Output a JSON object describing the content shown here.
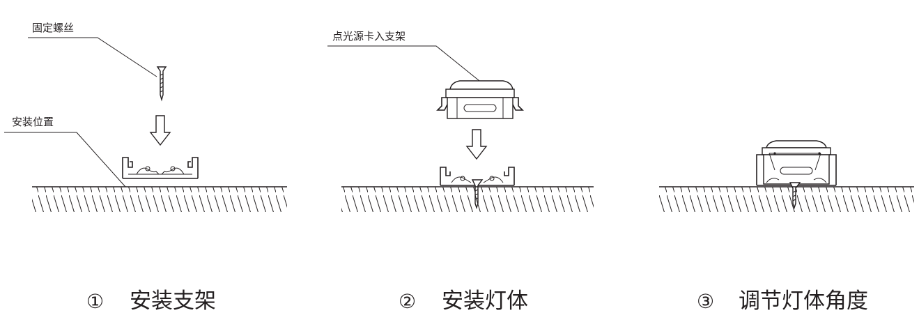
{
  "callouts": {
    "fixing_screw": "固定螺丝",
    "mounting_position": "安装位置",
    "clip_into_bracket": "点光源卡入支架"
  },
  "steps": [
    {
      "number": "①",
      "title": "安装支架"
    },
    {
      "number": "②",
      "title": "安装灯体"
    },
    {
      "number": "③",
      "title": "调节灯体角度"
    }
  ]
}
